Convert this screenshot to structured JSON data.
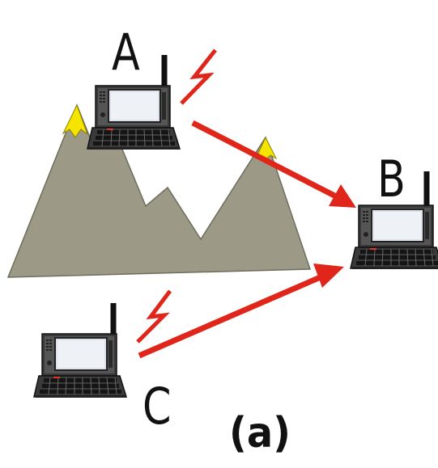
{
  "nodes": {
    "a": {
      "label": "A"
    },
    "b": {
      "label": "B"
    },
    "c": {
      "label": "C"
    }
  },
  "caption": "(a)",
  "colors": {
    "mountain": "#9c9a86",
    "snow": "#f5e400",
    "arrow": "#e0261a",
    "laptop_body": "#3a3a3a",
    "laptop_screen": "#dde2ea"
  },
  "icons": [
    "mountain-icon",
    "laptop-icon",
    "antenna-icon",
    "wireless-signal-icon",
    "arrow-icon"
  ]
}
